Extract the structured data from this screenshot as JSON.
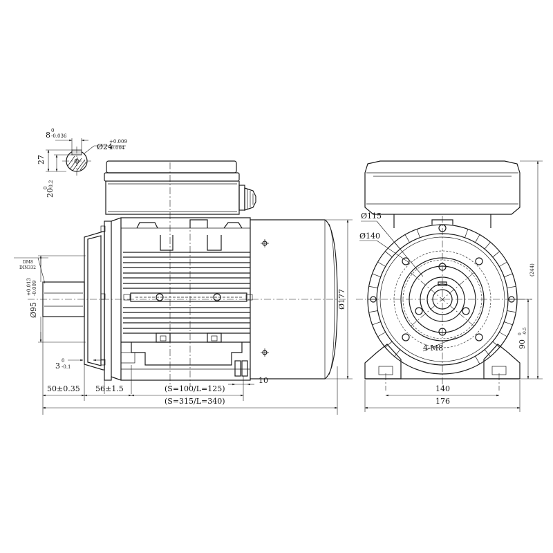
{
  "key_detail": {
    "key_width": "8",
    "key_width_upper_tol": "0",
    "key_width_lower_tol": "-0.036",
    "shaft_dia": "Ø24",
    "shaft_dia_upper_tol": "+0.009",
    "shaft_dia_lower_tol": "-0.004",
    "key_height": "27",
    "keyway_depth": "20",
    "keyway_depth_upper_tol": "0",
    "keyway_depth_lower_tol": "-0.2"
  },
  "side_view": {
    "center_hole_std": "DM8",
    "center_hole_din": "DIN332",
    "spigot_dia": "Ø95",
    "spigot_upper_tol": "+0.013",
    "spigot_lower_tol": "-0.009",
    "flange_thickness": "3",
    "flange_thickness_upper_tol": "0",
    "flange_thickness_lower_tol": "-0.1",
    "shaft_length": "50±0.35",
    "shoulder_to_foot": "56±1.5",
    "foot_hole_spacing": "(S=100/L=125)",
    "overall_length": "(S=315/L=340)",
    "foot_hole_dia": "10",
    "frame_dia": "Ø177"
  },
  "end_view": {
    "spigot_pcd": "Ø115",
    "flange_pcd": "Ø140",
    "tapped_holes": "4-M8",
    "overall_height": "(244)",
    "shaft_height": "90",
    "shaft_height_upper_tol": "0",
    "shaft_height_lower_tol": "-0.5",
    "foot_hole_spacing": "140",
    "foot_width": "176"
  }
}
